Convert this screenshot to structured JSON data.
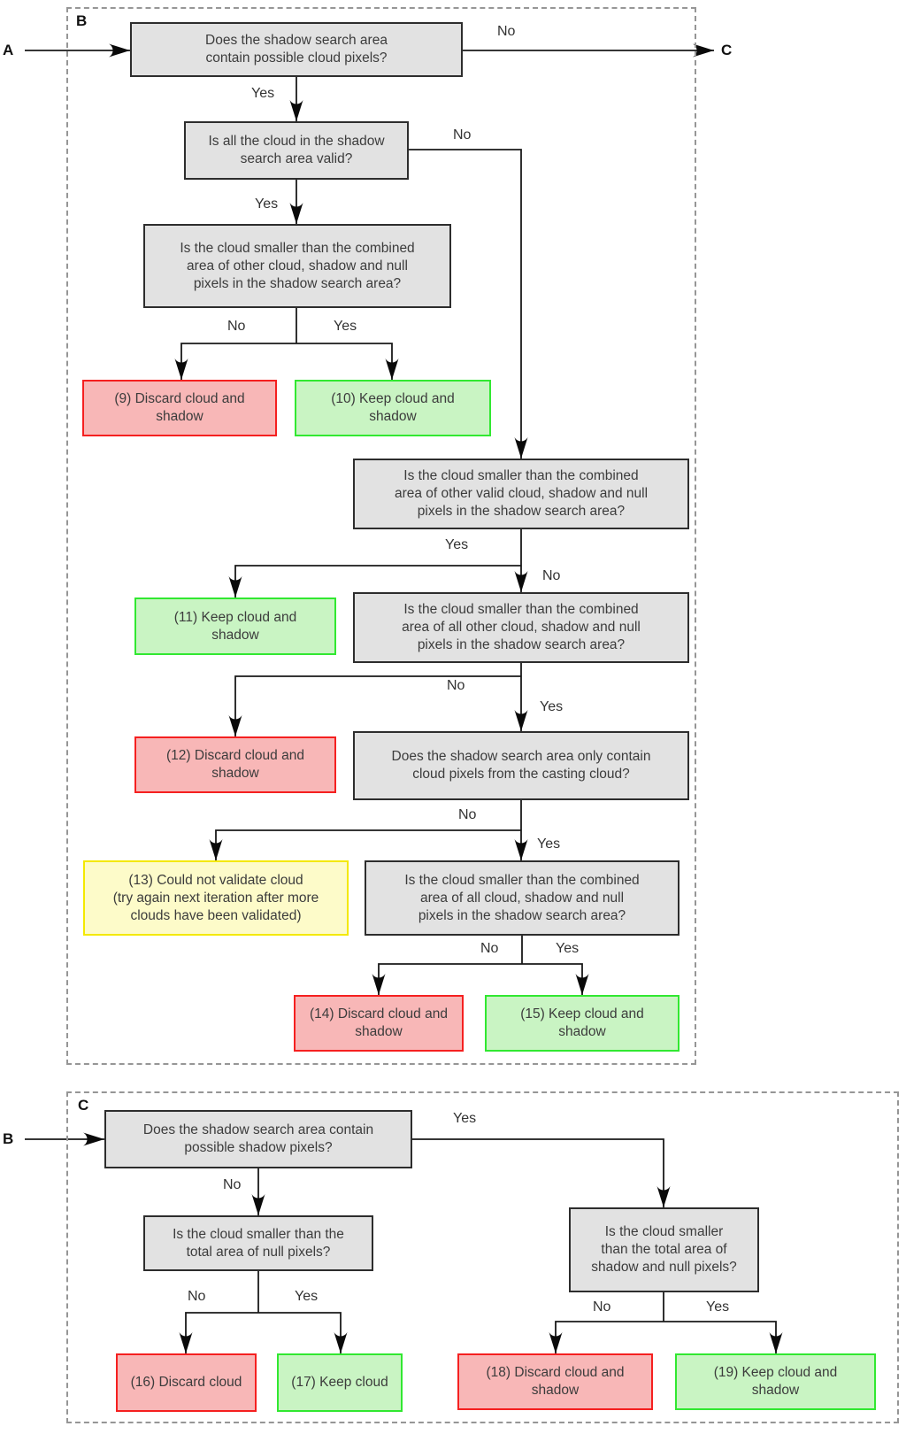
{
  "connectors": {
    "a": "A",
    "b": "B",
    "c": "C"
  },
  "sections": {
    "b_tag": "B",
    "c_tag": "C"
  },
  "labels": {
    "yes": "Yes",
    "no": "No"
  },
  "colors": {
    "decision_fill": "#e2e2e2",
    "decision_border": "#2d2d2d",
    "discard_fill": "#f8b7b7",
    "discard_border": "#f52020",
    "keep_fill": "#c9f4c3",
    "keep_border": "#31e831",
    "warn_fill": "#fdfbc9",
    "warn_border": "#f4e900"
  },
  "nodes": {
    "q1": "Does the shadow search area\ncontain possible cloud pixels?",
    "q2": "Is all the cloud in the shadow\nsearch area valid?",
    "q3": "Is the cloud smaller than the combined\narea of other cloud, shadow and null\npixels in the shadow search area?",
    "r9": "(9) Discard cloud and\nshadow",
    "r10": "(10) Keep cloud and\nshadow",
    "q4": "Is the cloud smaller than the combined\narea of other valid cloud, shadow and null\npixels in the shadow search area?",
    "r11": "(11) Keep cloud and\nshadow",
    "q5": "Is the cloud smaller than the combined\narea of all other cloud, shadow and null\npixels in the shadow search area?",
    "r12": "(12) Discard cloud and\nshadow",
    "q6": "Does the shadow search area only contain\ncloud pixels from the casting cloud?",
    "r13": "(13) Could not validate cloud\n(try again next iteration after more\nclouds have been validated)",
    "q7": "Is the cloud smaller than the combined\narea of all cloud, shadow and null\npixels in the shadow search area?",
    "r14": "(14) Discard cloud and\nshadow",
    "r15": "(15) Keep cloud and\nshadow",
    "qc1": "Does the shadow search area contain\npossible shadow pixels?",
    "qc3": "Is the cloud smaller than the\ntotal area of null pixels?",
    "qc2": "Is the cloud smaller\nthan the total area of\nshadow and null pixels?",
    "r16": "(16) Discard cloud",
    "r17": "(17) Keep cloud",
    "r18": "(18) Discard cloud and\nshadow",
    "r19": "(19) Keep cloud and\nshadow"
  }
}
